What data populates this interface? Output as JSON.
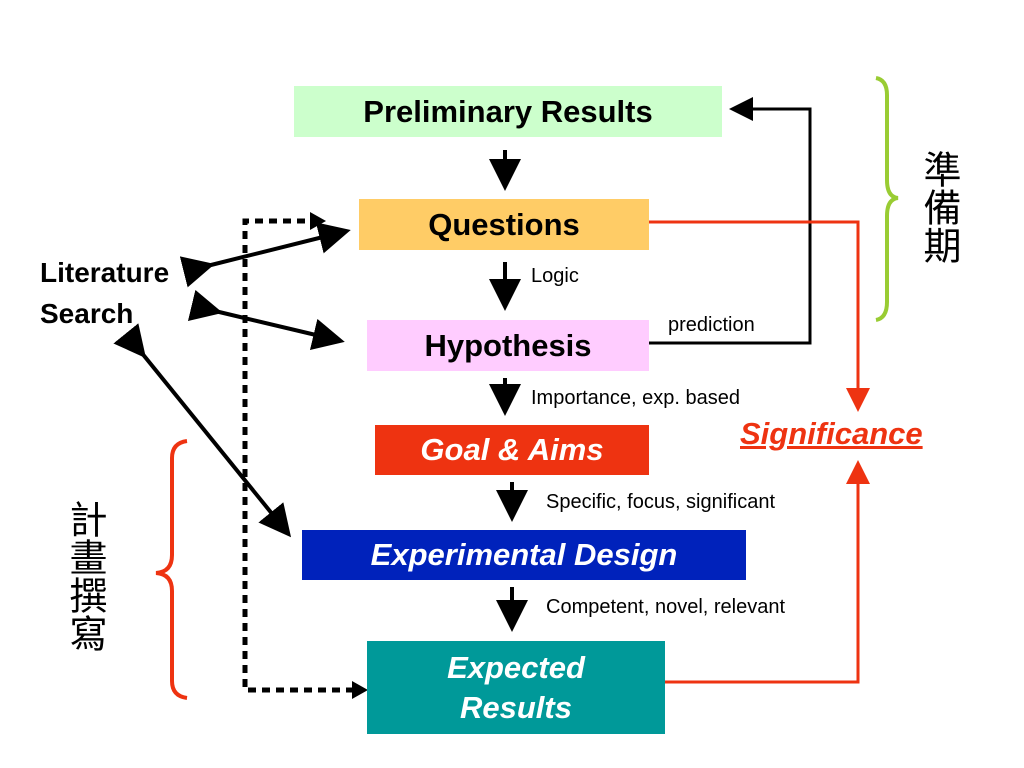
{
  "boxes": {
    "preliminary_results": "Preliminary Results",
    "questions": "Questions",
    "hypothesis": "Hypothesis",
    "goal_aims": "Goal & Aims",
    "experimental_design": "Experimental Design",
    "expected_results_line1": "Expected",
    "expected_results_line2": "Results"
  },
  "labels": {
    "logic": "Logic",
    "prediction": "prediction",
    "importance": "Importance, exp. based",
    "specific": "Specific, focus, significant",
    "competent": "Competent, novel, relevant",
    "significance": "Significance",
    "literature_line1": "Literature",
    "literature_line2": "Search",
    "preparation_phase": "準備期",
    "proposal_writing": "計畫撰寫"
  },
  "colors": {
    "prelim_fill": "#ccffcc",
    "questions_fill": "#ffcc66",
    "hypothesis_fill": "#ffccff",
    "goal_fill": "#ee3311",
    "design_fill": "#0022bb",
    "expected_fill": "#009999",
    "red_connector": "#ee3311",
    "green_brace": "#99cc33"
  }
}
